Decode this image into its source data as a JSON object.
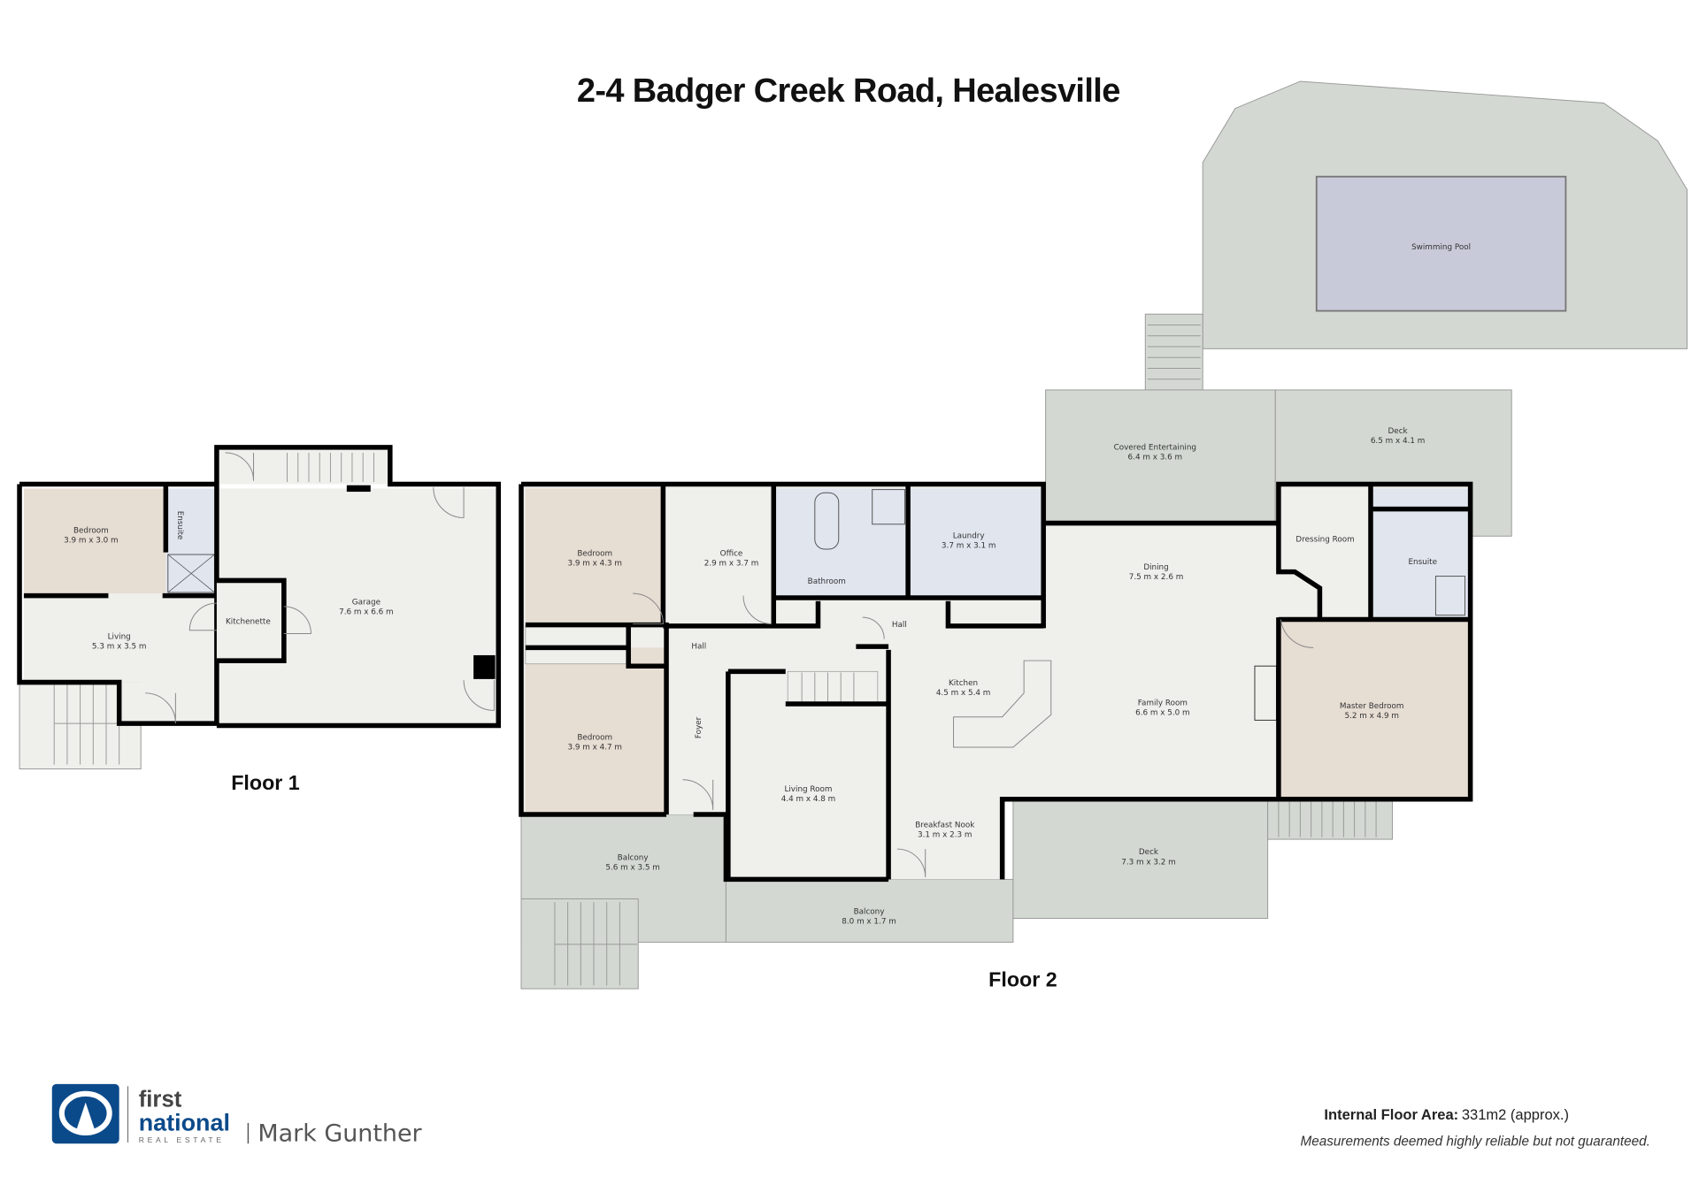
{
  "title": "2-4 Badger Creek Road, Healesville",
  "floor1": {
    "label": "Floor 1",
    "rooms": [
      {
        "name": "Bedroom",
        "dims": "3.9 m x 3.0 m"
      },
      {
        "name": "Living",
        "dims": "5.3 m x 3.5 m"
      },
      {
        "name": "Garage",
        "dims": "7.6 m x 6.6 m"
      },
      {
        "name": "Kitchenette"
      },
      {
        "name": "Ensuite"
      }
    ]
  },
  "floor2": {
    "label": "Floor 2",
    "rooms": [
      {
        "name": "Bedroom",
        "dims": "3.9 m x 4.3 m"
      },
      {
        "name": "Office",
        "dims": "2.9 m x 3.7 m"
      },
      {
        "name": "Bathroom"
      },
      {
        "name": "Laundry",
        "dims": "3.7 m x 3.1 m"
      },
      {
        "name": "Hall"
      },
      {
        "name": "Hall"
      },
      {
        "name": "Foyer"
      },
      {
        "name": "Bedroom",
        "dims": "3.9 m x 4.7 m"
      },
      {
        "name": "Living Room",
        "dims": "4.4 m x 4.8 m"
      },
      {
        "name": "Kitchen",
        "dims": "4.5 m x 5.4 m"
      },
      {
        "name": "Breakfast Nook",
        "dims": "3.1 m x 2.3 m"
      },
      {
        "name": "Dining",
        "dims": "7.5 m x 2.6 m"
      },
      {
        "name": "Family Room",
        "dims": "6.6 m x 5.0 m"
      },
      {
        "name": "Dressing Room"
      },
      {
        "name": "Ensuite"
      },
      {
        "name": "Master Bedroom",
        "dims": "5.2 m x 4.9 m"
      },
      {
        "name": "Covered Entertaining",
        "dims": "6.4 m x 3.6 m"
      },
      {
        "name": "Deck",
        "dims": "6.5 m x 4.1 m"
      },
      {
        "name": "Swimming Pool"
      },
      {
        "name": "Balcony",
        "dims": "5.6 m x 3.5 m"
      },
      {
        "name": "Balcony",
        "dims": "8.0 m x 1.7 m"
      },
      {
        "name": "Deck",
        "dims": "7.3 m x 3.2 m"
      }
    ]
  },
  "footer": {
    "brand_first": "first",
    "brand_national": "national",
    "brand_sub": "REAL ESTATE",
    "agent": "Mark Gunther",
    "area_label": "Internal Floor Area:",
    "area_value": "331m2 (approx.)",
    "disclaimer": "Measurements deemed highly reliable but not guaranteed."
  },
  "colors": {
    "brand": "#0b4a8a",
    "bedroom": "#e6ddd3",
    "wet": "#e0e5ee",
    "outdoor": "#d3d9d2",
    "pool": "#c9cad9"
  }
}
